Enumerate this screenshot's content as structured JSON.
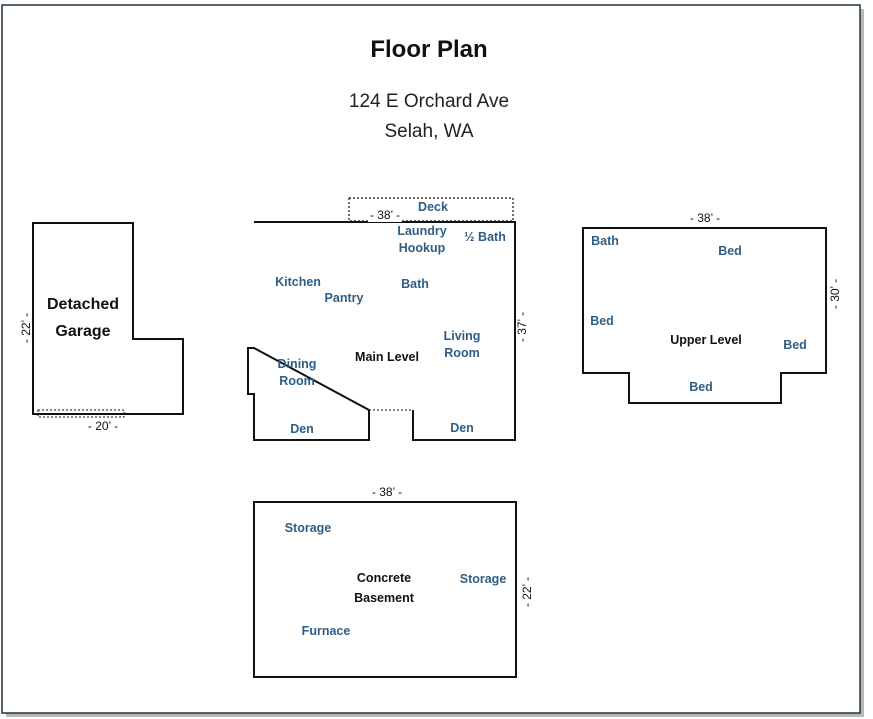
{
  "title": "Floor Plan",
  "address_line1": "124 E Orchard Ave",
  "address_line2": "Selah, WA",
  "garage": {
    "label_line1": "Detached",
    "label_line2": "Garage",
    "width_dim": "- 20’ -",
    "depth_dim": "- 22’ -"
  },
  "main_level": {
    "label": "Main Level",
    "width_dim": "- 38’ -",
    "depth_dim": "- 37’ -",
    "deck": "Deck",
    "rooms": {
      "laundry_line1": "Laundry",
      "laundry_line2": "Hookup",
      "half_bath": "½ Bath",
      "kitchen": "Kitchen",
      "pantry": "Pantry",
      "bath": "Bath",
      "living_line1": "Living",
      "living_line2": "Room",
      "dining_line1": "Dining",
      "dining_line2": "Room",
      "den_left": "Den",
      "den_right": "Den"
    }
  },
  "upper_level": {
    "label": "Upper Level",
    "width_dim": "- 38’ -",
    "depth_dim": "- 30’ -",
    "rooms": {
      "bath": "Bath",
      "bed_top": "Bed",
      "bed_left": "Bed",
      "bed_right": "Bed",
      "bed_bottom": "Bed"
    }
  },
  "basement": {
    "label_line1": "Concrete",
    "label_line2": "Basement",
    "width_dim": "- 38’ -",
    "depth_dim": "- 22’ -",
    "rooms": {
      "storage_left": "Storage",
      "storage_right": "Storage",
      "furnace": "Furnace"
    }
  },
  "colors": {
    "room_label": "#2e5e86",
    "outline": "#111111",
    "frame": "#1f3540"
  }
}
